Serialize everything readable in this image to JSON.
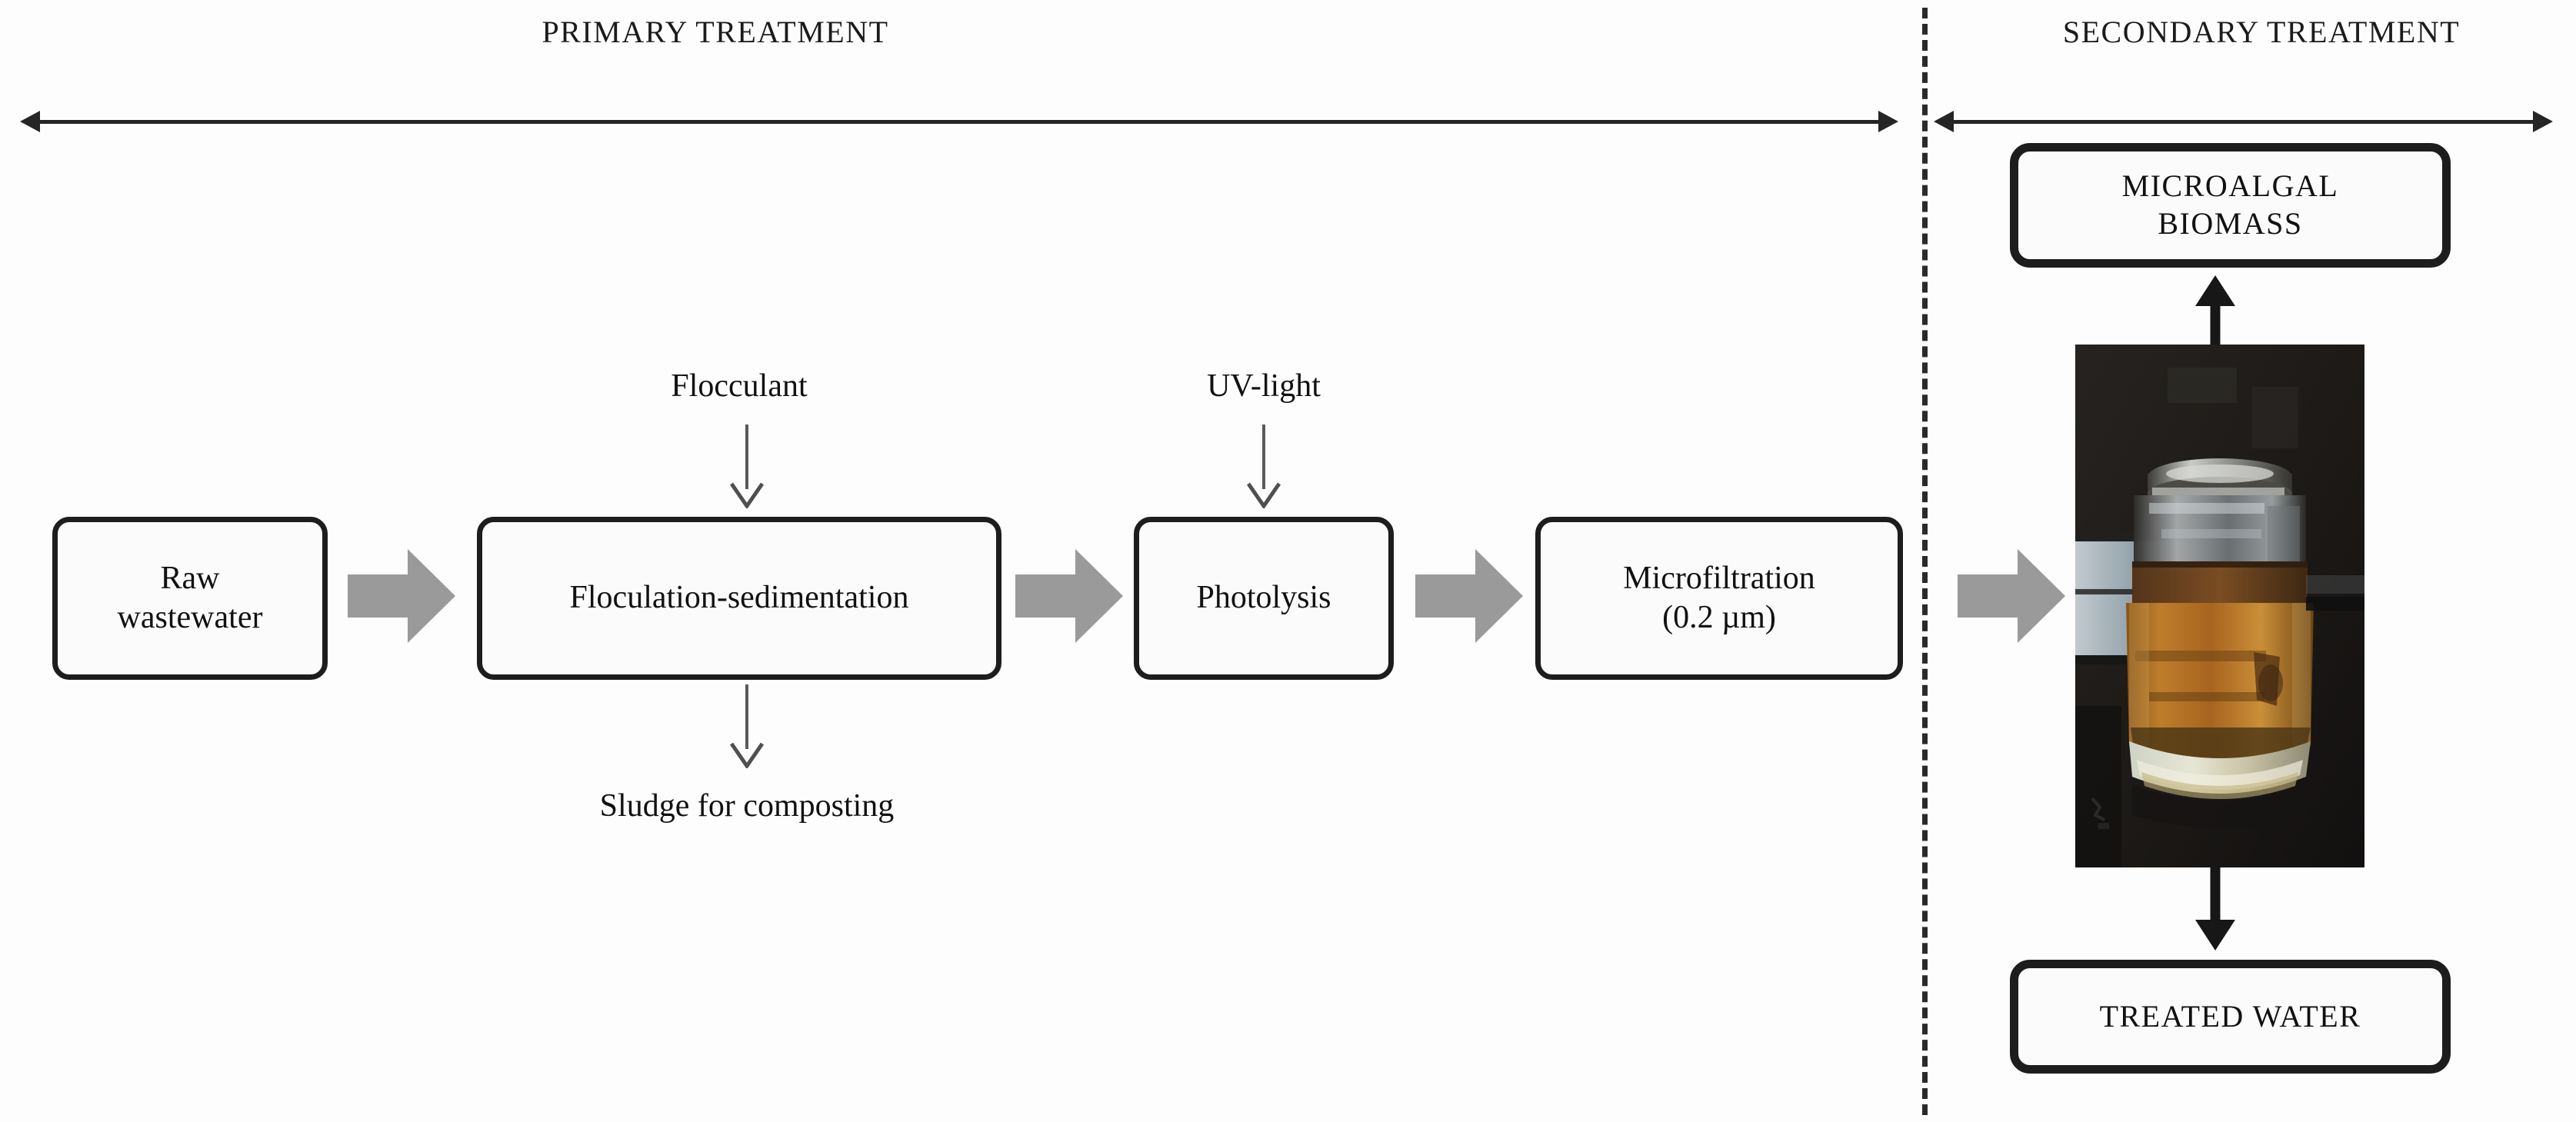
{
  "diagram": {
    "title": "Wastewater treatment process flow",
    "sections": [
      {
        "id": "primary",
        "label": "PRIMARY TREATMENT"
      },
      {
        "id": "secondary",
        "label": "SECONDARY TREATMENT"
      }
    ],
    "process_boxes": [
      {
        "id": "raw-wastewater",
        "label": "Raw\nwastewater"
      },
      {
        "id": "floculation-sedimentation",
        "label": "Floculation-sedimentation"
      },
      {
        "id": "photolysis",
        "label": "Photolysis"
      },
      {
        "id": "microfiltration",
        "label": "Microfiltration\n(0.2 µm)"
      },
      {
        "id": "microalgal-biomass",
        "label": "MICROALGAL\nBIOMASS"
      },
      {
        "id": "treated-water",
        "label": "TREATED WATER"
      }
    ],
    "box_labels": {
      "raw_wastewater_line1": "Raw",
      "raw_wastewater_line2": "wastewater",
      "floculation": "Floculation-sedimentation",
      "photolysis": "Photolysis",
      "microfiltration_line1": "Microfiltration",
      "microfiltration_line2": "(0.2 µm)",
      "microalgal_line1": "MICROALGAL",
      "microalgal_line2": "BIOMASS",
      "treated_water": "TREATED WATER"
    },
    "stream_labels": {
      "flocculant": "Flocculant",
      "uv_light": "UV-light",
      "sludge": "Sludge for composting"
    },
    "photo": {
      "id": "microalgal-culture-photo",
      "description": "Photograph of a glass jar containing amber-brown microalgal culture"
    },
    "colors": {
      "outline": "#1d1d1d",
      "heavy_outline": "#171717",
      "block_arrow": "#9a9a9a",
      "thin_arrow": "#5a5a5a",
      "divider": "#2a2a2a",
      "text": "#111111",
      "background": "#fdfdfd",
      "photo_dark": "#1e1c1a",
      "photo_liquid": "#b9762a"
    }
  }
}
